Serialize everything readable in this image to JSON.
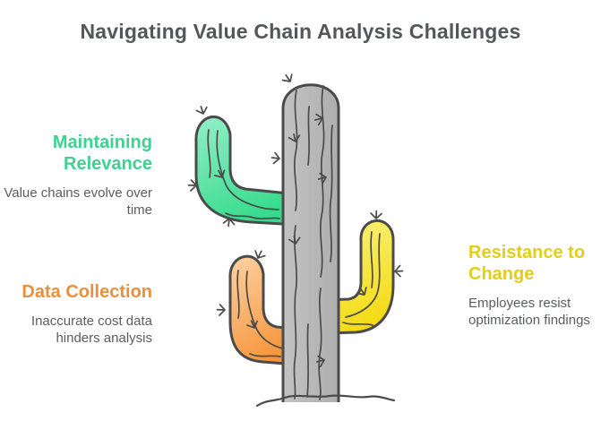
{
  "title": "Navigating Value Chain Analysis Challenges",
  "colors": {
    "title_text": "#545659",
    "body_text": "#5b5c5e",
    "outline": "#4b4b4b",
    "trunk_light": "#c3c3c3",
    "trunk_dark": "#aeaeae",
    "green_light": "#90eec6",
    "green_dark": "#35db8b",
    "orange_light": "#fdd0a0",
    "orange_dark": "#f5953a",
    "yellow_light": "#faf176",
    "yellow_dark": "#f3da10"
  },
  "challenges": [
    {
      "id": "maintaining-relevance",
      "heading_color": "#3ed191",
      "heading_line1": "Maintaining",
      "heading_line2": "Relevance",
      "body_line1": "Value chains evolve over",
      "body_line2": "time"
    },
    {
      "id": "data-collection",
      "heading_color": "#ea8f3e",
      "heading_line1": "Data Collection",
      "body_line1": "Inaccurate cost data",
      "body_line2": "hinders analysis"
    },
    {
      "id": "resistance-to-change",
      "heading_color": "#e3cd1d",
      "heading_line1": "Resistance to",
      "heading_line2": "Change",
      "body_line1": "Employees resist",
      "body_line2": "optimization findings"
    }
  ],
  "illustration": {
    "name": "saguaro-cactus",
    "trunk": "gray",
    "arm_upper_left": "green",
    "arm_lower_left": "orange",
    "arm_right": "yellow"
  }
}
